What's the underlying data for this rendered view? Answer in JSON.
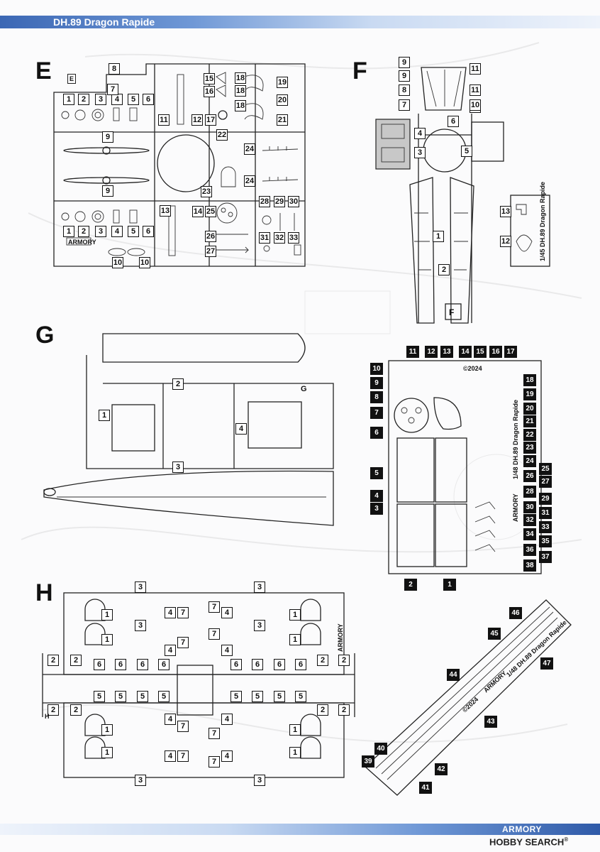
{
  "header": {
    "title": "DH.89 Dragon Rapide"
  },
  "footer": {
    "brand": "ARMORY",
    "watermark_main": "HOBBY SEARCH",
    "watermark_reg": "®"
  },
  "sections": {
    "E": {
      "letter": "E",
      "sprue_tag": "E",
      "brand_tag": "ARMORY",
      "parts": [
        "8",
        "15",
        "18",
        "19",
        "1",
        "2",
        "3",
        "4",
        "5",
        "6",
        "7",
        "16",
        "18",
        "20",
        "11",
        "12",
        "17",
        "18",
        "21",
        "9",
        "22",
        "24",
        "9",
        "23",
        "24",
        "13",
        "14",
        "25",
        "28",
        "29",
        "30",
        "1",
        "2",
        "3",
        "4",
        "5",
        "6",
        "26",
        "31",
        "32",
        "33",
        "27",
        "10",
        "10"
      ]
    },
    "F": {
      "letter": "F",
      "sprue_tag": "F",
      "sub_text": "1/45 DH.89 Dragon Rapide",
      "parts": [
        "9",
        "9",
        "8",
        "7",
        "11",
        "11",
        "11",
        "10",
        "6",
        "4",
        "3",
        "5",
        "1",
        "2",
        "13",
        "12"
      ]
    },
    "G": {
      "letter": "G",
      "sprue_tag": "G",
      "parts": [
        "2",
        "1",
        "4",
        "3"
      ]
    },
    "PE": {
      "year": "©2024",
      "sub_text": "1/48 DH.89 Dragon Rapide",
      "brand_tag": "ARMORY",
      "parts": [
        "10",
        "11",
        "12",
        "13",
        "14",
        "15",
        "16",
        "17",
        "9",
        "18",
        "8",
        "19",
        "7",
        "20",
        "21",
        "6",
        "22",
        "23",
        "24",
        "5",
        "25",
        "26",
        "27",
        "4",
        "28",
        "29",
        "3",
        "30",
        "31",
        "32",
        "33",
        "34",
        "35",
        "36",
        "37",
        "38",
        "2",
        "1"
      ]
    },
    "H": {
      "letter": "H",
      "brand_tag": "ARMORY",
      "sprue_tag": "H",
      "parts": [
        "3",
        "3",
        "1",
        "4",
        "7",
        "7",
        "4",
        "1",
        "3",
        "3",
        "1",
        "4",
        "7",
        "7",
        "4",
        "1",
        "2",
        "2",
        "6",
        "6",
        "6",
        "6",
        "6",
        "6",
        "6",
        "6",
        "2",
        "2",
        "2",
        "2",
        "5",
        "5",
        "5",
        "5",
        "5",
        "5",
        "5",
        "5",
        "2",
        "2",
        "1",
        "4",
        "7",
        "7",
        "4",
        "1",
        "1",
        "4",
        "7",
        "7",
        "4",
        "1",
        "3",
        "3"
      ]
    },
    "Clear": {
      "year": "©2024",
      "brand_tag": "ARMORY",
      "sub_text": "1/48 DH.89 Dragon Rapide",
      "parts": [
        "46",
        "45",
        "47",
        "44",
        "43",
        "40",
        "39",
        "42",
        "41"
      ]
    }
  }
}
